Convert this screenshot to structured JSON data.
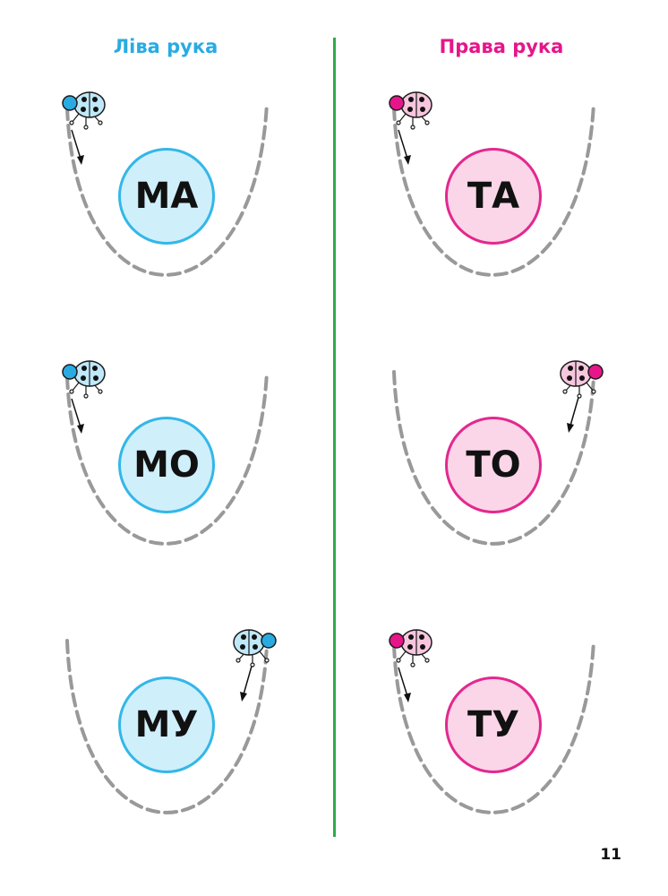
{
  "headings": {
    "left": "Ліва рука",
    "right": "Права рука"
  },
  "left_column": {
    "accent": "#29abe2",
    "syllables": [
      "МА",
      "МО",
      "МУ"
    ]
  },
  "right_column": {
    "accent": "#e6158a",
    "syllables": [
      "ТА",
      "ТО",
      "ТУ"
    ]
  },
  "icons": [
    "ladybug-icon",
    "arrow-down-icon"
  ],
  "page_number": "11"
}
